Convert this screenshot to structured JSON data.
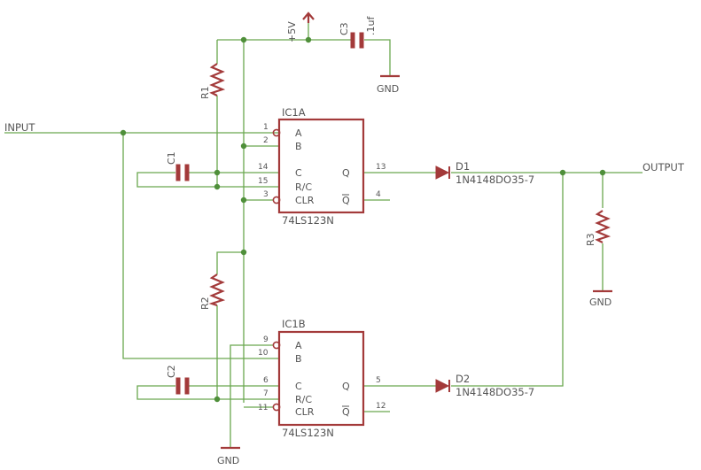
{
  "net_labels": {
    "input": "INPUT",
    "output": "OUTPUT",
    "vcc": "+5V",
    "gnd_c3": "GND",
    "gnd_r3": "GND",
    "gnd_bottom": "GND"
  },
  "components": {
    "r1": "R1",
    "r2": "R2",
    "r3": "R3",
    "c1": "C1",
    "c2": "C2",
    "c3": "C3",
    "c3_value": ".1uf",
    "d1": "D1",
    "d1_value": "1N4148DO35-7",
    "d2": "D2",
    "d2_value": "1N4148DO35-7"
  },
  "ic1a": {
    "name": "IC1A",
    "part": "74LS123N",
    "pin_a": "A",
    "pin_b": "B",
    "pin_c": "C",
    "pin_rc": "R/C",
    "pin_clr": "CLR",
    "pin_q": "Q",
    "pin_qbar": "Q",
    "n_a": "1",
    "n_b": "2",
    "n_c": "14",
    "n_rc": "15",
    "n_clr": "3",
    "n_q": "13",
    "n_qbar": "4"
  },
  "ic1b": {
    "name": "IC1B",
    "part": "74LS123N",
    "pin_a": "A",
    "pin_b": "B",
    "pin_c": "C",
    "pin_rc": "R/C",
    "pin_clr": "CLR",
    "pin_q": "Q",
    "pin_qbar": "Q",
    "n_a": "9",
    "n_b": "10",
    "n_c": "6",
    "n_rc": "7",
    "n_clr": "11",
    "n_q": "5",
    "n_qbar": "12"
  },
  "colors": {
    "wire": "#6aa84f",
    "component": "#a33a3a",
    "text": "#555555"
  }
}
